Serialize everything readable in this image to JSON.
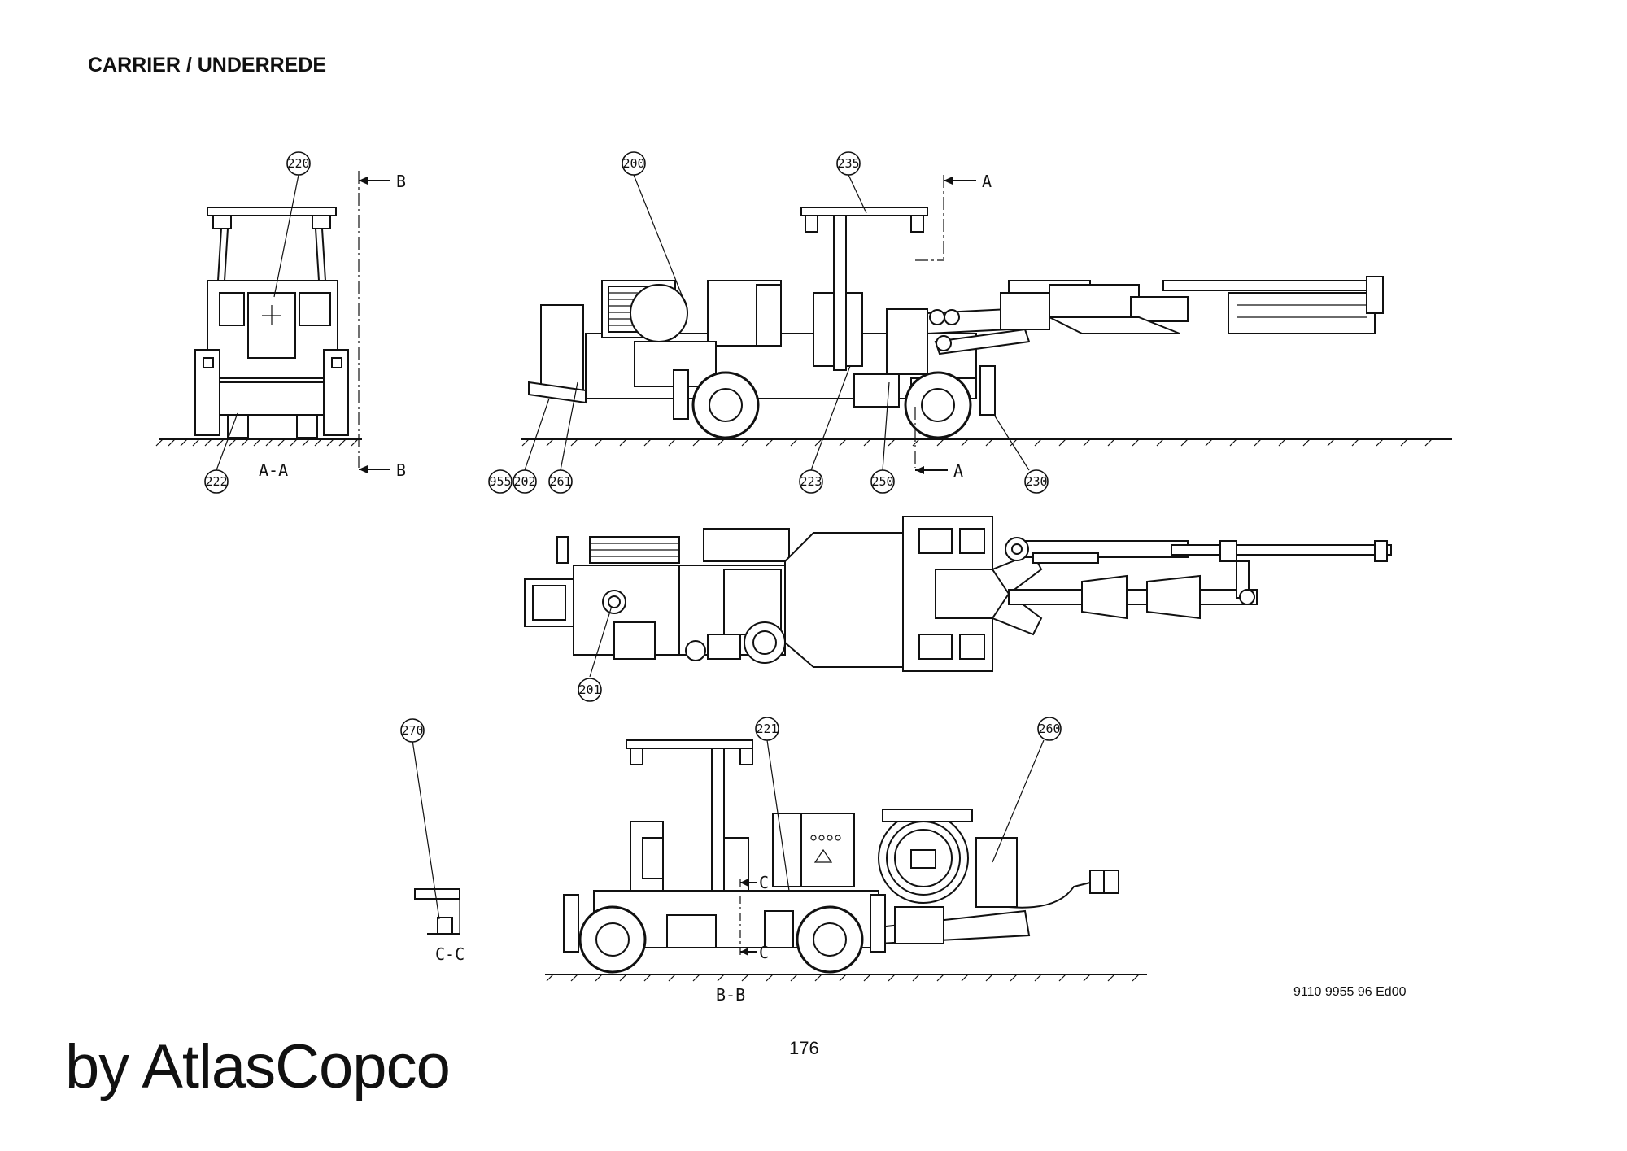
{
  "header": {
    "title": "CARRIER / UNDERREDE"
  },
  "footer": {
    "doc_number": "9110 9955 96 Ed00",
    "page_number": "176",
    "brand": "by AtlasCopco"
  },
  "views": {
    "front": "A-A",
    "rear": "B-B",
    "detail": "C-C"
  },
  "section_markers": {
    "a": "A",
    "b": "B",
    "c": "C"
  },
  "callouts": [
    {
      "id": "c220",
      "label": "220"
    },
    {
      "id": "c222",
      "label": "222"
    },
    {
      "id": "c200",
      "label": "200"
    },
    {
      "id": "c235",
      "label": "235"
    },
    {
      "id": "c955",
      "label": "955"
    },
    {
      "id": "c202",
      "label": "202"
    },
    {
      "id": "c261",
      "label": "261"
    },
    {
      "id": "c223",
      "label": "223"
    },
    {
      "id": "c250",
      "label": "250"
    },
    {
      "id": "c230",
      "label": "230"
    },
    {
      "id": "c201",
      "label": "201"
    },
    {
      "id": "c270",
      "label": "270"
    },
    {
      "id": "c221",
      "label": "221"
    },
    {
      "id": "c260",
      "label": "260"
    }
  ]
}
